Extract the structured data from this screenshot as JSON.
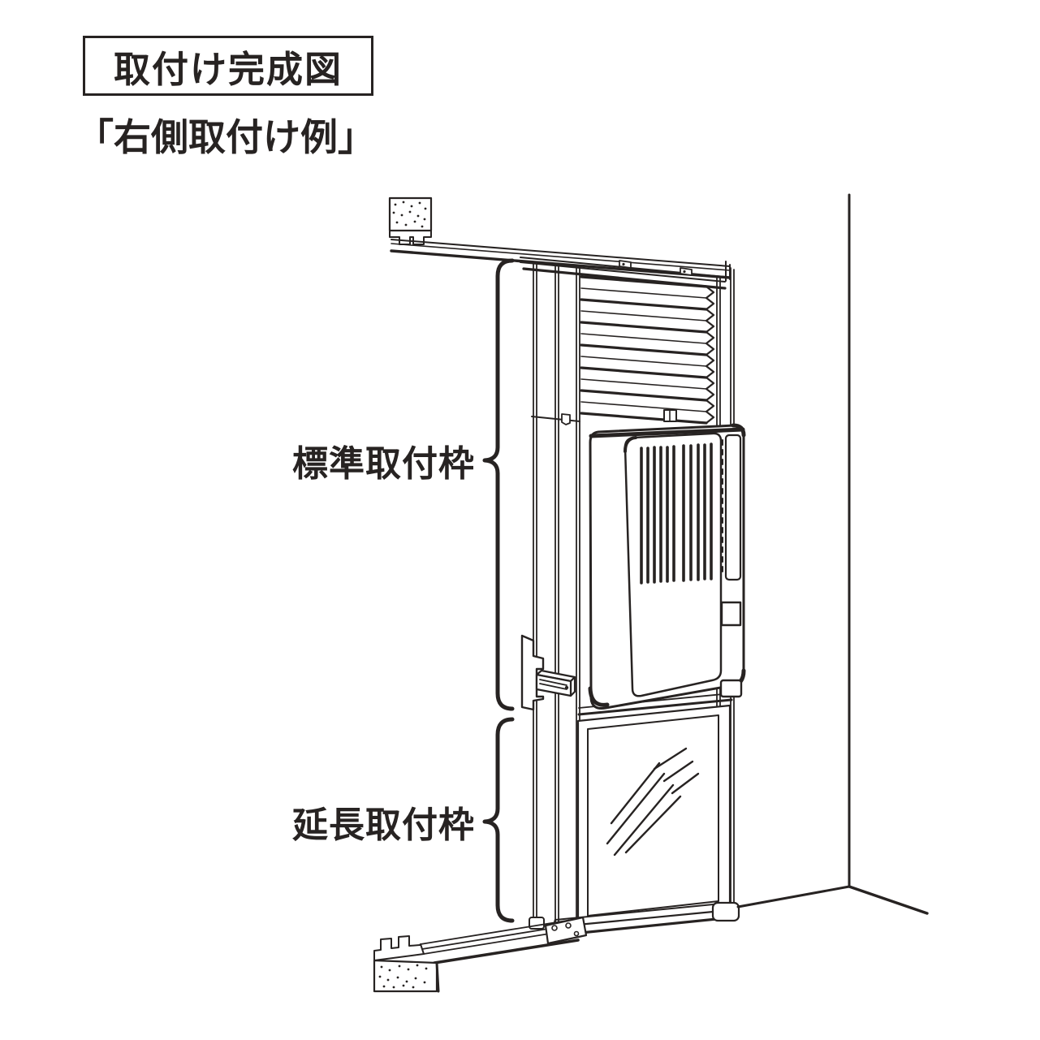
{
  "figure": {
    "title": "取付け完成図",
    "subtitle": "「右側取付け例」",
    "labels": {
      "standard_frame": "標準取付枠",
      "extension_frame": "延長取付枠"
    },
    "colors": {
      "line": "#272322",
      "background": "#ffffff"
    },
    "diagram_parts": [
      "window-upper-rail-cross-section",
      "standard-mounting-frame",
      "accordion-panel",
      "window-air-conditioner-unit",
      "frame-lock-latch",
      "extension-frame-glass-panel",
      "window-lower-rail-cross-section",
      "room-wall-corner"
    ]
  }
}
